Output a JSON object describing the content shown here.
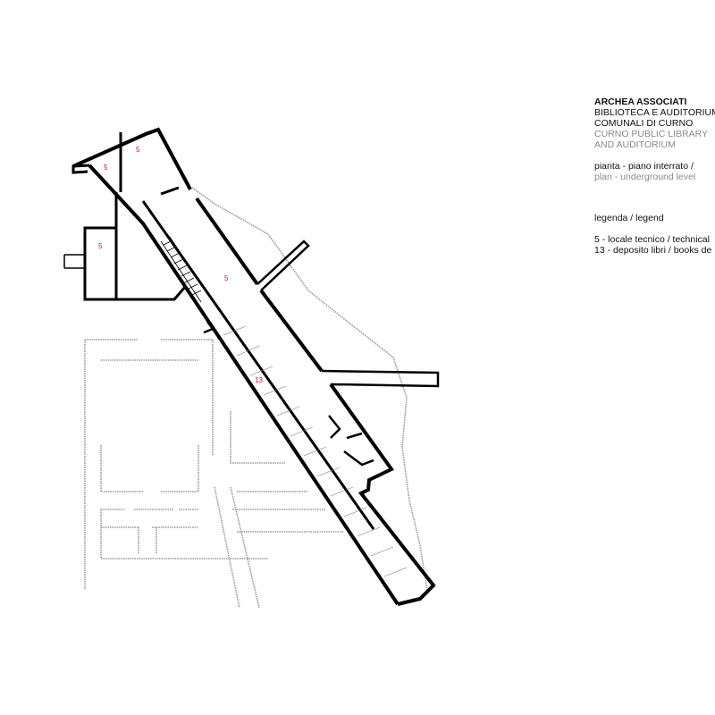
{
  "title_block": {
    "firm": "ARCHEA ASSOCIATI",
    "project_it_1": "BIBLIOTECA E AUDITORIUM",
    "project_it_2": "COMUNALI DI CURNO",
    "project_en_1": "CURNO PUBLIC LIBRARY",
    "project_en_2": "AND AUDITORIUM",
    "drawing_it": "pianta - piano interrato /",
    "drawing_en": "plan - underground level"
  },
  "legend": {
    "heading": "legenda / legend",
    "items": [
      "5 - locale tecnico / technical",
      "13 - deposito libri / books de"
    ]
  },
  "room_labels": [
    "5",
    "5",
    "5",
    "5",
    "13"
  ],
  "colors": {
    "room_label": "#c8102e",
    "walls": "#000000",
    "context": "#9a9a9a"
  }
}
